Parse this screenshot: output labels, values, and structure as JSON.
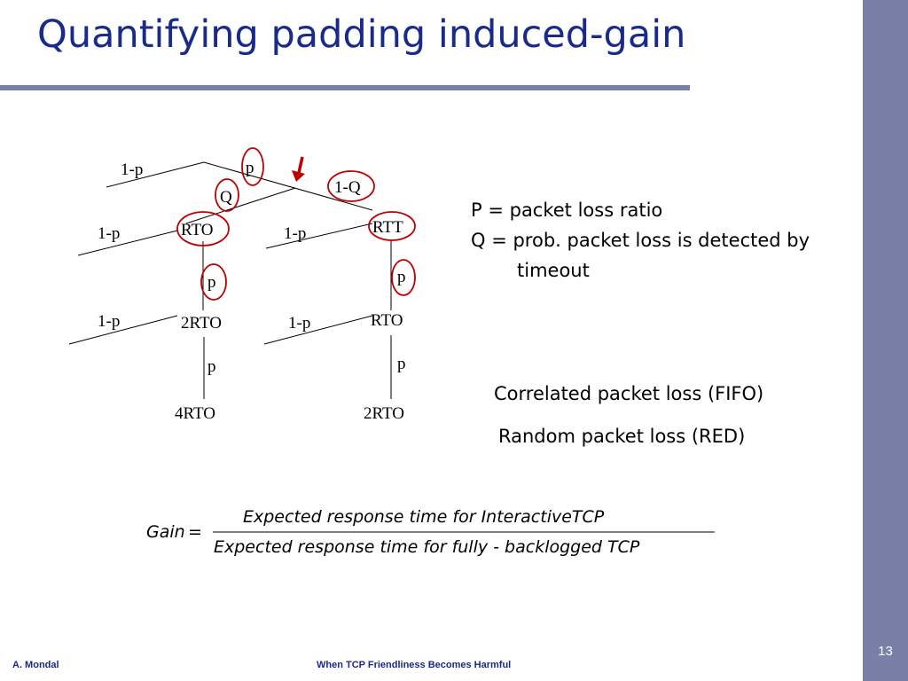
{
  "slide": {
    "title": "Quantifying padding induced-gain",
    "slide_number": "13",
    "footer_left": "A. Mondal",
    "footer_center": "When TCP Friendliness Becomes Harmful"
  },
  "colors": {
    "title": "#1a2a8a",
    "bar": "#7a7fa8",
    "highlight_circle": "#c00000",
    "arrow": "#c00000"
  },
  "diagram": {
    "root": {
      "branch_left": "1-p",
      "branch_right": "p"
    },
    "second": {
      "branch_left": "Q",
      "branch_right": "1-Q"
    },
    "left_node": "RTO",
    "right_node": "RTT",
    "left_level1": {
      "branch_left": "1-p",
      "branch_down": "p",
      "node": "2RTO"
    },
    "right_level1": {
      "branch_left": "1-p",
      "branch_down": "p",
      "node": "RTO"
    },
    "left_level2": {
      "branch_left": "1-p",
      "branch_down": "p",
      "node": "4RTO"
    },
    "right_level2": {
      "branch_left": "1-p",
      "branch_down": "p",
      "node": "2RTO"
    }
  },
  "legend": {
    "line1": "P = packet loss ratio",
    "line2": "Q = prob. packet loss is detected by",
    "line3": "timeout"
  },
  "loss_models": {
    "correlated": "Correlated packet loss (FIFO)",
    "random": "Random packet loss (RED)"
  },
  "formula": {
    "lhs": "Gain",
    "equals": "=",
    "numerator": "Expected response time for InteractiveTCP",
    "denominator": "Expected response time for fully - backlogged TCP"
  }
}
